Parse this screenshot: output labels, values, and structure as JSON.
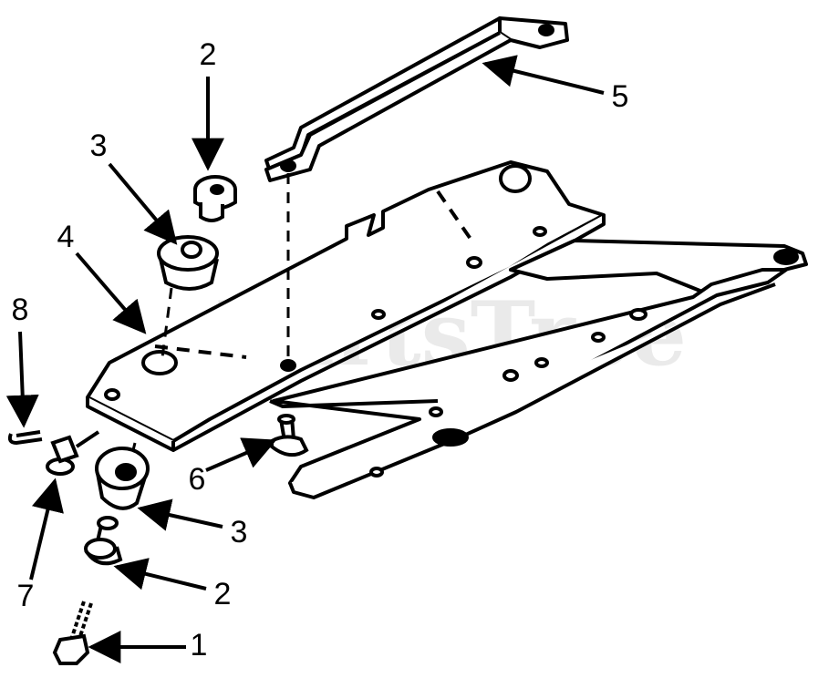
{
  "watermark": "PartsTree",
  "callouts": [
    {
      "id": "c1",
      "label": "1"
    },
    {
      "id": "c2a",
      "label": "2"
    },
    {
      "id": "c2b",
      "label": "2"
    },
    {
      "id": "c3a",
      "label": "3"
    },
    {
      "id": "c3b",
      "label": "3"
    },
    {
      "id": "c4",
      "label": "4"
    },
    {
      "id": "c5",
      "label": "5"
    },
    {
      "id": "c6",
      "label": "6"
    },
    {
      "id": "c7",
      "label": "7"
    },
    {
      "id": "c8",
      "label": "8"
    }
  ],
  "colors": {
    "ink": "#000000",
    "paper": "#ffffff",
    "watermark": "#d9d9d9"
  }
}
